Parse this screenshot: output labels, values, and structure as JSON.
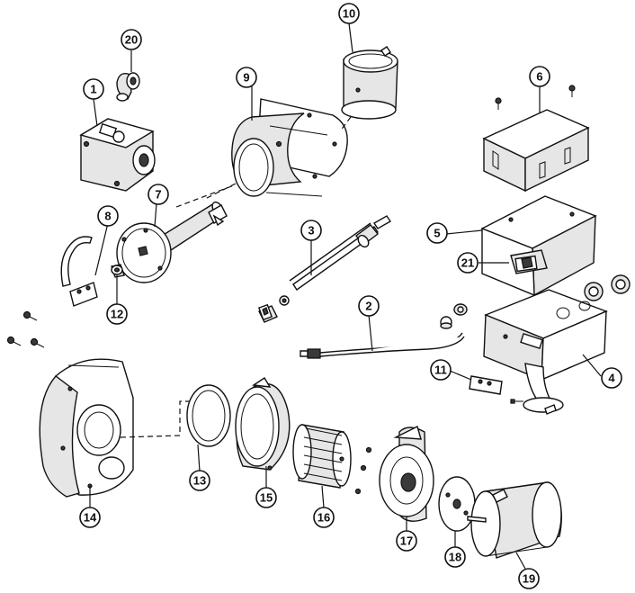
{
  "callouts": [
    {
      "id": "1",
      "label": "1"
    },
    {
      "id": "2",
      "label": "2"
    },
    {
      "id": "3",
      "label": "3"
    },
    {
      "id": "4",
      "label": "4"
    },
    {
      "id": "5",
      "label": "5"
    },
    {
      "id": "6",
      "label": "6"
    },
    {
      "id": "7",
      "label": "7"
    },
    {
      "id": "8",
      "label": "8"
    },
    {
      "id": "9",
      "label": "9"
    },
    {
      "id": "10",
      "label": "10"
    },
    {
      "id": "11",
      "label": "11"
    },
    {
      "id": "12",
      "label": "12"
    },
    {
      "id": "13",
      "label": "13"
    },
    {
      "id": "14",
      "label": "14"
    },
    {
      "id": "15",
      "label": "15"
    },
    {
      "id": "16",
      "label": "16"
    },
    {
      "id": "17",
      "label": "17"
    },
    {
      "id": "18",
      "label": "18"
    },
    {
      "id": "19",
      "label": "19"
    },
    {
      "id": "20",
      "label": "20"
    },
    {
      "id": "21",
      "label": "21"
    }
  ],
  "colors": {
    "line": "#111111",
    "background": "#ffffff",
    "shade": "#e6e6e6"
  }
}
